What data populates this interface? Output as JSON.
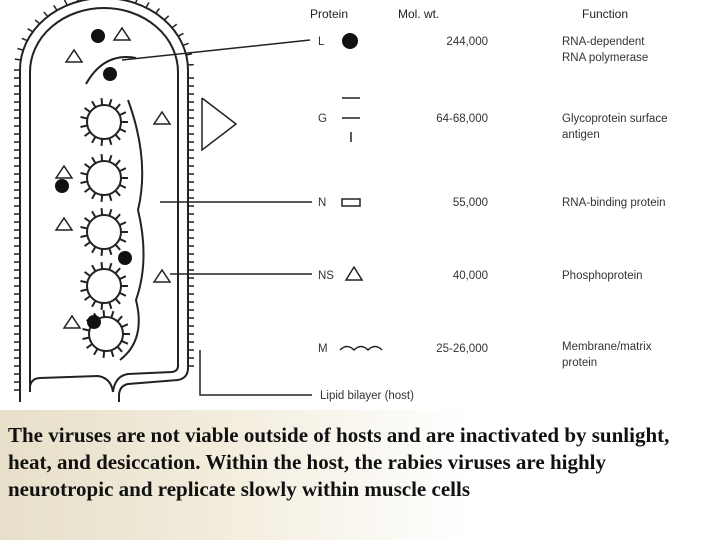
{
  "table": {
    "headers": {
      "protein": "Protein",
      "mol_wt": "Mol. wt.",
      "function": "Function"
    },
    "rows": [
      {
        "protein": "L",
        "mol_wt": "244,000",
        "function": [
          "RNA-dependent",
          "RNA polymerase"
        ]
      },
      {
        "protein": "G",
        "mol_wt": "64-68,000",
        "function": [
          "Glycoprotein surface",
          "antigen"
        ]
      },
      {
        "protein": "N",
        "mol_wt": "55,000",
        "function": [
          "RNA-binding protein"
        ]
      },
      {
        "protein": "NS",
        "mol_wt": "40,000",
        "function": [
          "Phosphoprotein"
        ]
      },
      {
        "protein": "M",
        "mol_wt": "25-26,000",
        "function": [
          "Membrane/matrix",
          "protein"
        ]
      }
    ]
  },
  "membrane_label": "Lipid bilayer (host)",
  "caption": "The viruses are not viable outside of hosts and are inactivated by sunlight, heat, and desiccation. Within the host, the rabies viruses are highly neurotropic and replicate slowly within muscle cells",
  "colors": {
    "ink": "#222222",
    "caption_text": "#111111",
    "band_left": "#e7dfc9"
  }
}
